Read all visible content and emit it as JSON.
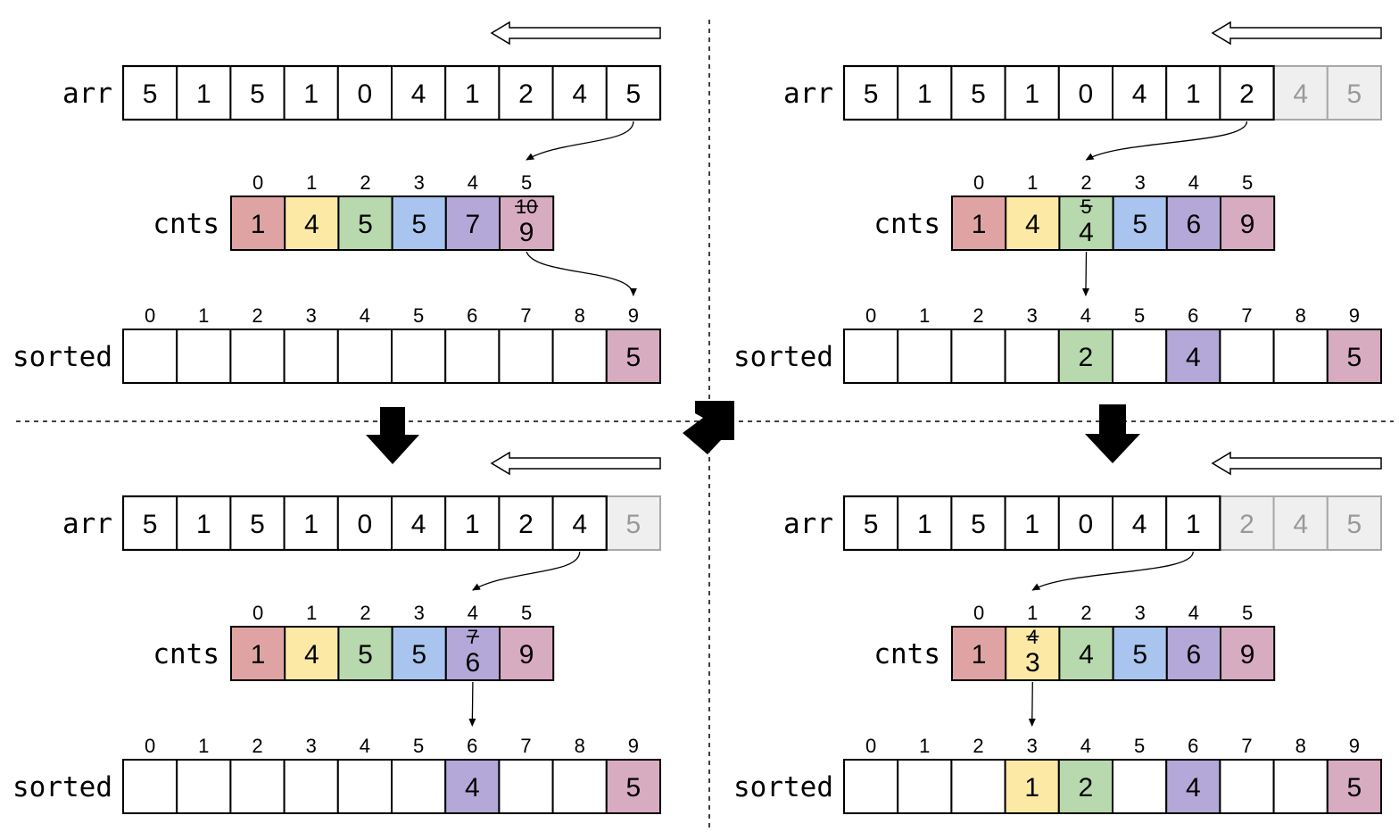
{
  "colors": {
    "cnts_cells": [
      "#e0a3a3",
      "#fde9a6",
      "#b8d8ad",
      "#a9c4ee",
      "#b3a8d7",
      "#d7abc0"
    ],
    "faded_text": "#999999",
    "faded_fill": "#efefef",
    "faded_border": "#a8a8a8",
    "line": "#000000"
  },
  "labels": {
    "arr": "arr",
    "cnts": "cnts",
    "sorted": "sorted"
  },
  "index_labels": {
    "cnts": [
      "0",
      "1",
      "2",
      "3",
      "4",
      "5"
    ],
    "sorted": [
      "0",
      "1",
      "2",
      "3",
      "4",
      "5",
      "6",
      "7",
      "8",
      "9"
    ]
  },
  "panels": [
    {
      "id": "step-1",
      "arr": {
        "values": [
          "5",
          "1",
          "5",
          "1",
          "0",
          "4",
          "1",
          "2",
          "4",
          "5"
        ],
        "faded_from": 10,
        "current": 9
      },
      "cnts": {
        "values": [
          "1",
          "4",
          "5",
          "5",
          "7",
          "9"
        ],
        "changed": 5,
        "old_value": "10"
      },
      "sorted": {
        "values": [
          "",
          "",
          "",
          "",
          "",
          "",
          "",
          "",
          "",
          "5"
        ],
        "colors": [
          null,
          null,
          null,
          null,
          null,
          null,
          null,
          null,
          null,
          5
        ],
        "target": 9
      }
    },
    {
      "id": "step-2",
      "arr": {
        "values": [
          "5",
          "1",
          "5",
          "1",
          "0",
          "4",
          "1",
          "2",
          "4",
          "5"
        ],
        "faded_from": 9,
        "current": 8
      },
      "cnts": {
        "values": [
          "1",
          "4",
          "5",
          "5",
          "6",
          "9"
        ],
        "changed": 4,
        "old_value": "7"
      },
      "sorted": {
        "values": [
          "",
          "",
          "",
          "",
          "",
          "",
          "4",
          "",
          "",
          "5"
        ],
        "colors": [
          null,
          null,
          null,
          null,
          null,
          null,
          4,
          null,
          null,
          5
        ],
        "target": 6
      }
    },
    {
      "id": "step-3",
      "arr": {
        "values": [
          "5",
          "1",
          "5",
          "1",
          "0",
          "4",
          "1",
          "2",
          "4",
          "5"
        ],
        "faded_from": 8,
        "current": 7
      },
      "cnts": {
        "values": [
          "1",
          "4",
          "4",
          "5",
          "6",
          "9"
        ],
        "changed": 2,
        "old_value": "5"
      },
      "sorted": {
        "values": [
          "",
          "",
          "",
          "",
          "2",
          "",
          "4",
          "",
          "",
          "5"
        ],
        "colors": [
          null,
          null,
          null,
          null,
          2,
          null,
          4,
          null,
          null,
          5
        ],
        "target": 4
      }
    },
    {
      "id": "step-4",
      "arr": {
        "values": [
          "5",
          "1",
          "5",
          "1",
          "0",
          "4",
          "1",
          "2",
          "4",
          "5"
        ],
        "faded_from": 7,
        "current": 6
      },
      "cnts": {
        "values": [
          "1",
          "3",
          "4",
          "5",
          "6",
          "9"
        ],
        "changed": 1,
        "old_value": "4"
      },
      "sorted": {
        "values": [
          "",
          "",
          "",
          "1",
          "2",
          "",
          "4",
          "",
          "",
          "5"
        ],
        "colors": [
          null,
          null,
          null,
          1,
          2,
          null,
          4,
          null,
          null,
          5
        ],
        "target": 3
      }
    }
  ]
}
